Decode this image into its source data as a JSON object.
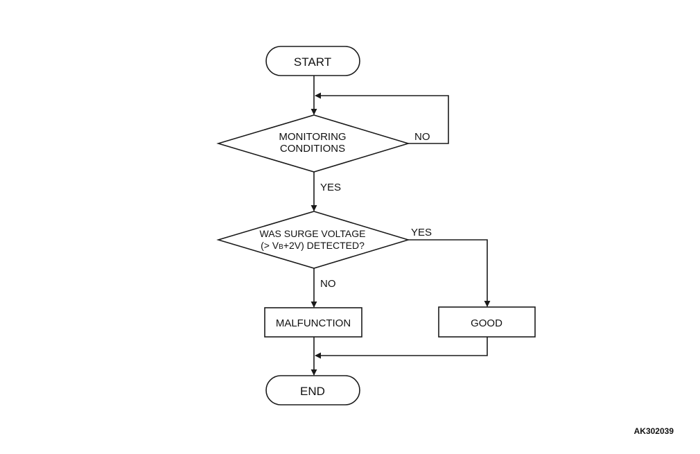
{
  "nodes": {
    "start": "START",
    "monitoring_line1": "MONITORING",
    "monitoring_line2": "CONDITIONS",
    "surge_line1": "WAS SURGE VOLTAGE",
    "surge_line2_pre": "(> V",
    "surge_line2_sub": "B",
    "surge_line2_post": "+2V) DETECTED?",
    "malfunction": "MALFUNCTION",
    "good": "GOOD",
    "end": "END"
  },
  "edges": {
    "monitoring_no": "NO",
    "monitoring_yes": "YES",
    "surge_yes": "YES",
    "surge_no": "NO"
  },
  "figure_id": "AK302039"
}
